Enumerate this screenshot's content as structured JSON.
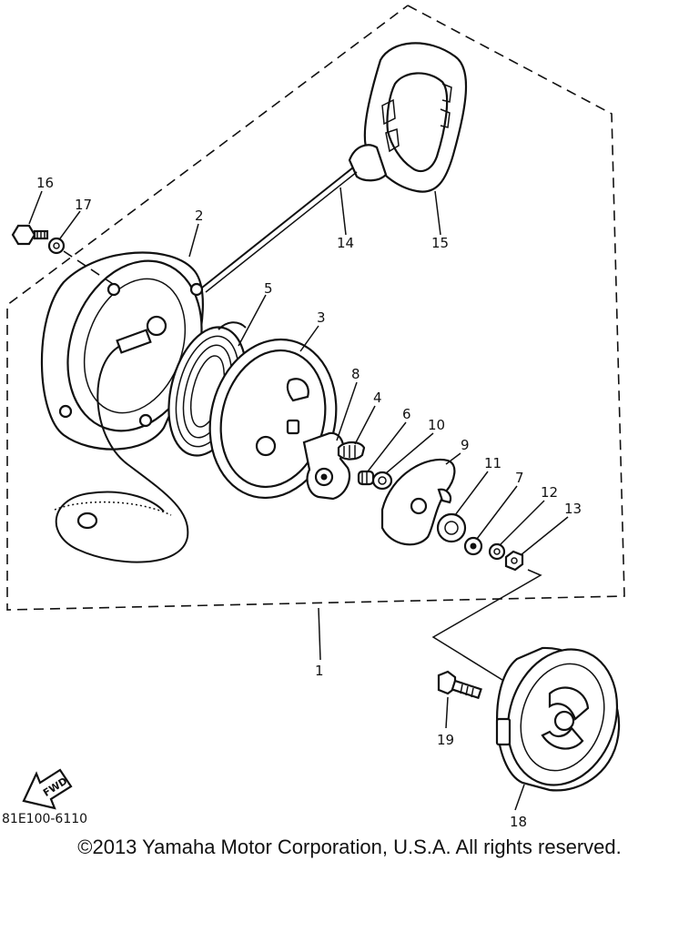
{
  "callouts": {
    "c1": "1",
    "c2": "2",
    "c3": "3",
    "c4": "4",
    "c5": "5",
    "c6": "6",
    "c7": "7",
    "c8": "8",
    "c9": "9",
    "c10": "10",
    "c11": "11",
    "c12": "12",
    "c13": "13",
    "c14": "14",
    "c15": "15",
    "c16": "16",
    "c17": "17",
    "c18": "18",
    "c19": "19"
  },
  "fwd_label": "FWD",
  "diagram_code": "81E100-6110",
  "copyright": "©2013 Yamaha Motor Corporation, U.S.A. All rights reserved."
}
